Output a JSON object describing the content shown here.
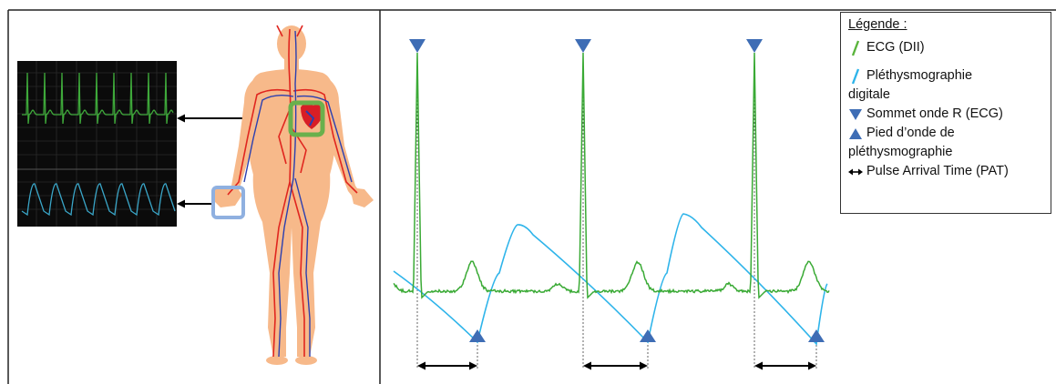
{
  "legend": {
    "title": "Légende :",
    "items": [
      {
        "symbol": "green-line-icon",
        "color": "#5ab43c",
        "label_line1": "ECG (DII)",
        "label_line2": ""
      },
      {
        "symbol": "blue-line-icon",
        "color": "#2eb4ea",
        "label_line1": "Pléthysmographie",
        "label_line2": "digitale"
      },
      {
        "symbol": "down-triangle-icon",
        "color": "#3e6db5",
        "label_line1": "Sommet onde R (ECG)",
        "label_line2": ""
      },
      {
        "symbol": "up-triangle-icon",
        "color": "#3e6db5",
        "label_line1": "Pied d’onde de",
        "label_line2": "pléthysmographie"
      },
      {
        "symbol": "double-arrow-icon",
        "color": "#000000",
        "label_line1": "Pulse Arrival Time (PAT)",
        "label_line2": ""
      }
    ]
  },
  "colors": {
    "ecg": "#3aaa35",
    "ppg": "#2eb4ea",
    "marker": "#3e6db5",
    "skin": "#f7b98a",
    "artery": "#e0261f",
    "vein": "#2b3fb0",
    "heart_box": "#6ab04c",
    "hand_box": "#8fb0e0"
  }
}
